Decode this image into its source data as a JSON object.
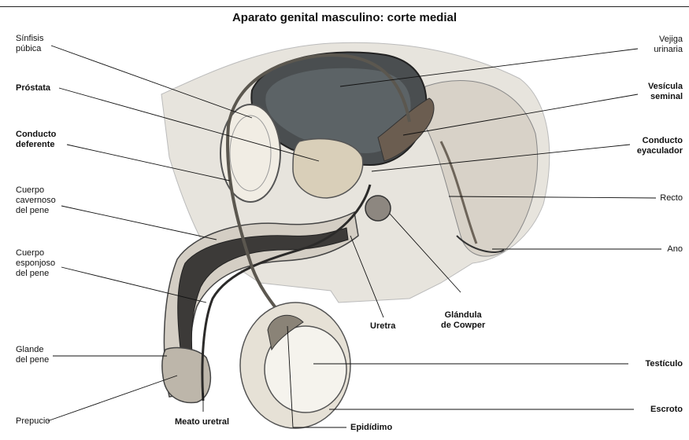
{
  "title": "Aparato genital masculino: corte medial",
  "labels": {
    "sinfisis": "Sínfisis\npúbica",
    "prostata": "Próstata",
    "conducto_deferente": "Conducto\ndeferente",
    "cuerpo_cavernoso": "Cuerpo\ncavernoso\ndel pene",
    "cuerpo_esponjoso": "Cuerpo\nesponjoso\ndel pene",
    "glande": "Glande\ndel pene",
    "prepucio": "Prepucio",
    "meato": "Meato uretral",
    "epididimo": "Epidídimo",
    "uretra": "Uretra",
    "cowper": "Glándula\nde Cowper",
    "vejiga": "Vejiga\nurinaria",
    "vesicula": "Vesícula\nseminal",
    "conducto_eyaculador": "Conducto\neyaculador",
    "recto": "Recto",
    "ano": "Ano",
    "testiculo": "Testículo",
    "escroto": "Escroto"
  }
}
